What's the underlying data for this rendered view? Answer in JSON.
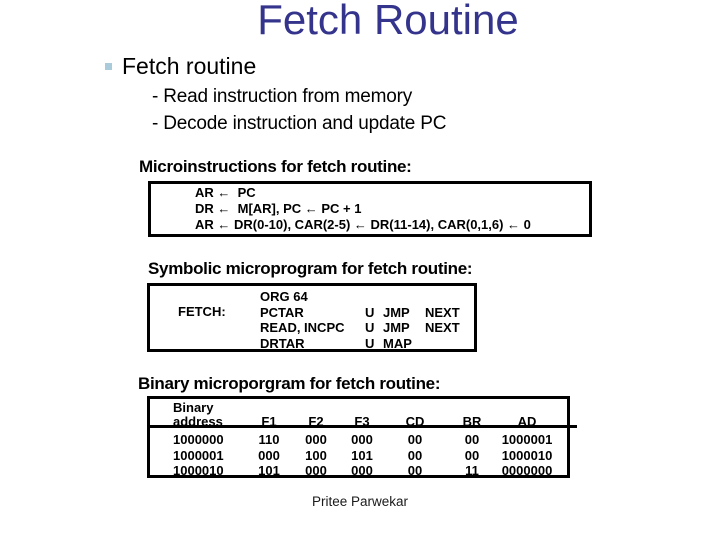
{
  "slide": {
    "title": "Fetch Routine",
    "bullet": {
      "label": "Fetch routine",
      "subitems": [
        "- Read instruction from memory",
        "- Decode instruction and update PC"
      ]
    },
    "micro": {
      "heading": "Microinstructions for fetch routine:",
      "lines": [
        "AR ←  PC",
        "DR ←  M[AR], PC ← PC + 1",
        "AR ← DR(0-10), CAR(2-5) ← DR(11-14), CAR(0,1,6) ← 0"
      ]
    },
    "symbolic": {
      "heading": "Symbolic microprogram for fetch routine:",
      "label": "FETCH:",
      "rows": [
        {
          "op": "ORG 64",
          "cd": "",
          "br": "",
          "ad": ""
        },
        {
          "op": "PCTAR",
          "cd": "U",
          "br": "JMP",
          "ad": "NEXT"
        },
        {
          "op": "READ, INCPC",
          "cd": "U",
          "br": "JMP",
          "ad": "NEXT"
        },
        {
          "op": "DRTAR",
          "cd": "U",
          "br": "MAP",
          "ad": ""
        }
      ]
    },
    "binary": {
      "heading": "Binary microporgram for fetch routine:",
      "header": {
        "address_line1": "Binary",
        "address_line2": "address",
        "cols": [
          "F1",
          "F2",
          "F3",
          "CD",
          "BR",
          "AD"
        ]
      },
      "rows": [
        [
          "1000000",
          "110",
          "000",
          "000",
          "00",
          "00",
          "1000001"
        ],
        [
          "1000001",
          "000",
          "100",
          "101",
          "00",
          "00",
          "1000010"
        ],
        [
          "1000010",
          "101",
          "000",
          "000",
          "00",
          "11",
          "0000000"
        ]
      ]
    },
    "footer": "Pritee Parwekar",
    "colors": {
      "title_text": "#34348C",
      "bullet_square": "#A9CBDA"
    }
  }
}
